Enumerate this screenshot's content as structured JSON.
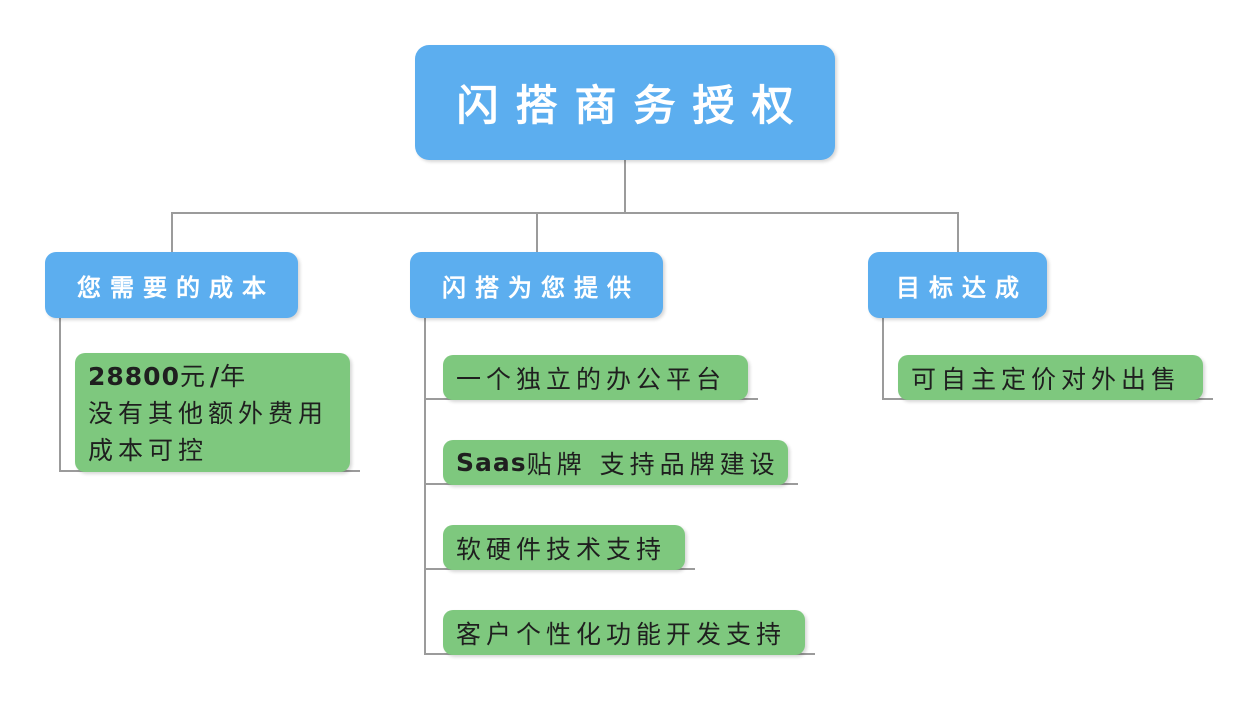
{
  "root": {
    "label": "闪搭商务授权"
  },
  "branches": [
    {
      "label": "您需要的成本",
      "children": [
        {
          "price_bold": "28800",
          "price_unit": "元",
          "price_slash": "/",
          "price_period": "年",
          "line2": "没有其他额外费用",
          "line3": "成本可控"
        }
      ]
    },
    {
      "label": "闪搭为您提供",
      "children": [
        {
          "label": "一个独立的办公平台"
        },
        {
          "bold_prefix": "Saas",
          "label": "贴牌 支持品牌建设"
        },
        {
          "label": "软硬件技术支持"
        },
        {
          "label": "客户个性化功能开发支持"
        }
      ]
    },
    {
      "label": "目标达成",
      "children": [
        {
          "label": "可自主定价对外出售"
        }
      ]
    }
  ],
  "colors": {
    "node_blue": "#5caeef",
    "node_green": "#7ec87e",
    "connector_gray": "#9b9b9b",
    "text_dark": "#1f1f1f",
    "text_white": "#ffffff",
    "canvas_bg": "#ffffff"
  }
}
